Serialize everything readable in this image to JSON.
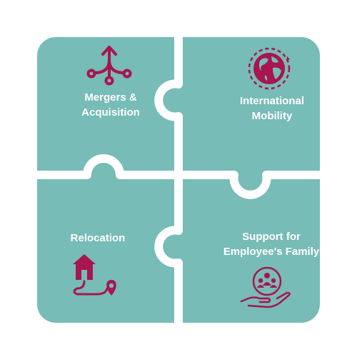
{
  "colors": {
    "piece_fill": "#77bcb6",
    "gap": "#ffffff",
    "icon": "#a8154f",
    "label_text": "#ffffff"
  },
  "pieces": [
    {
      "id": "mergers",
      "icon": "split-arrows-icon",
      "label_lines": [
        "Mergers &",
        "Acquisition"
      ]
    },
    {
      "id": "international",
      "icon": "globe-icon",
      "label_lines": [
        "International",
        "Mobility"
      ]
    },
    {
      "id": "relocation",
      "icon": "house-route-icon",
      "label_lines": [
        "Relocation"
      ]
    },
    {
      "id": "support",
      "icon": "hand-family-icon",
      "label_lines": [
        "Support for",
        "Employee's Family"
      ]
    }
  ]
}
